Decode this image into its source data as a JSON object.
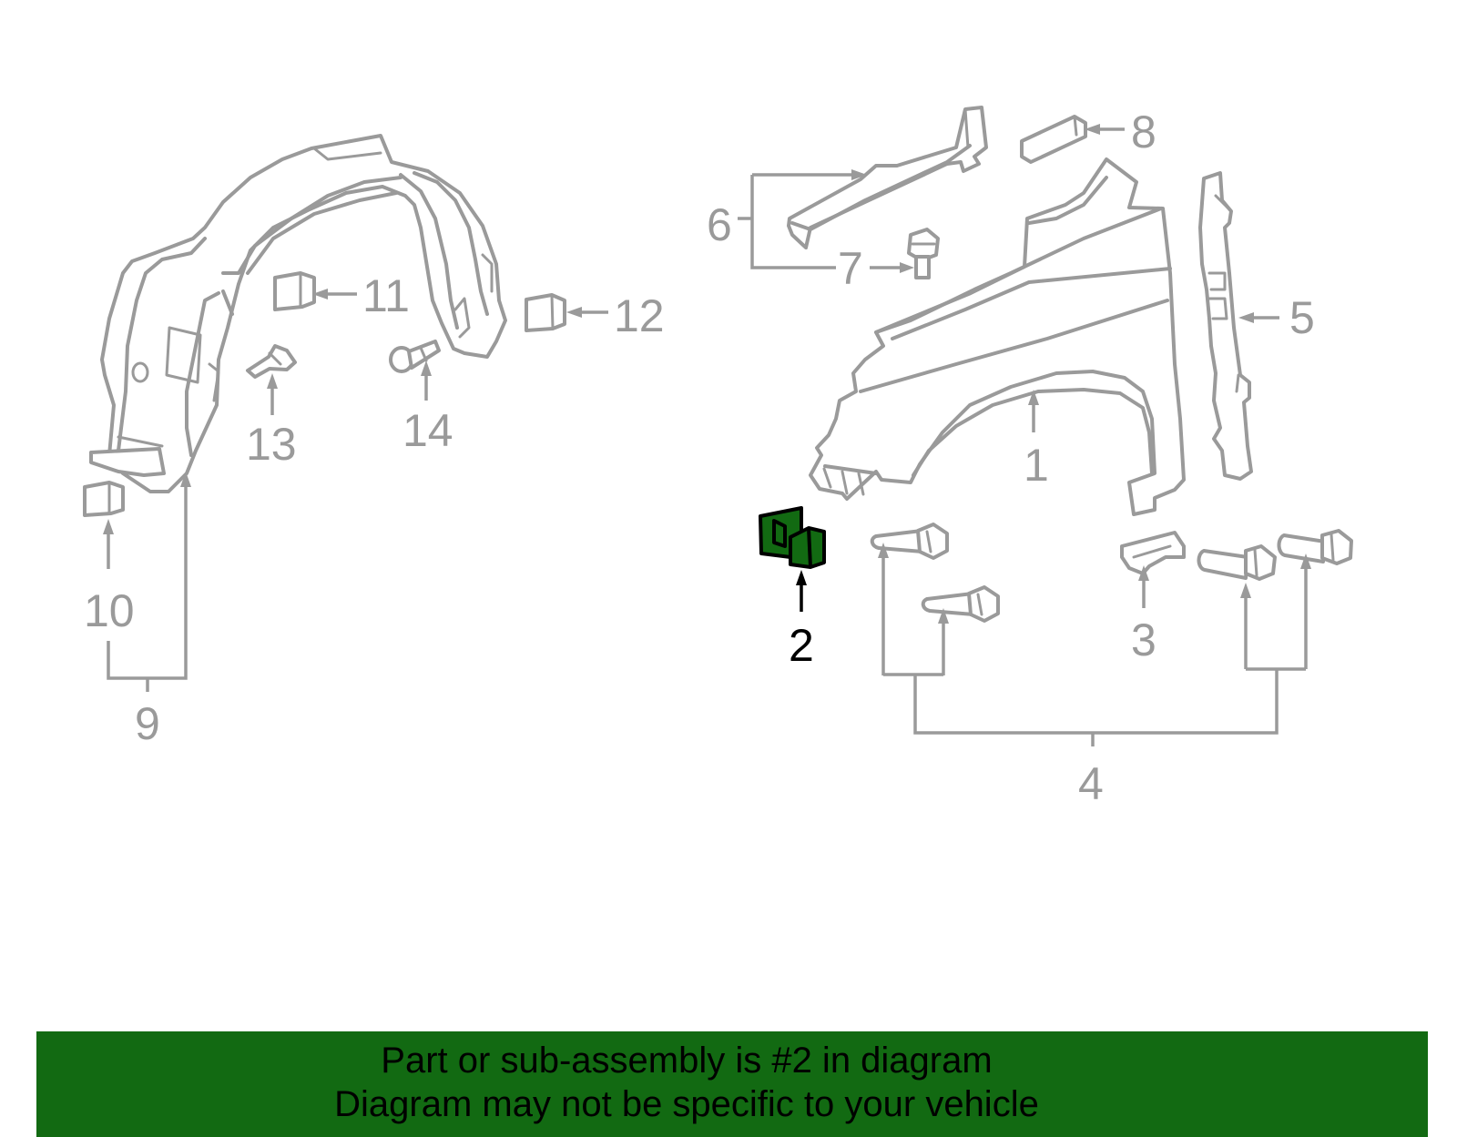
{
  "diagram": {
    "labels": {
      "l1": "1",
      "l2": "2",
      "l3": "3",
      "l4": "4",
      "l5": "5",
      "l6": "6",
      "l7": "7",
      "l8": "8",
      "l9": "9",
      "l10": "10",
      "l11": "11",
      "l12": "12",
      "l13": "13",
      "l14": "14"
    },
    "highlighted_part": "2",
    "colors": {
      "highlight": "#126a12",
      "line_art": "#9a9a9a",
      "active_label": "#000000"
    }
  },
  "banner": {
    "line1": "Part or sub-assembly is #2 in diagram",
    "line2": "Diagram may not be specific to your vehicle",
    "background": "#126a12"
  }
}
